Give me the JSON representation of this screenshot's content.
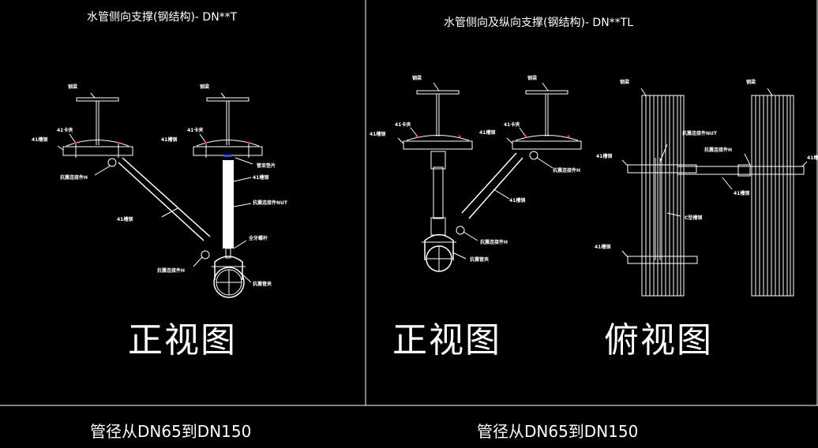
{
  "left_panel": {
    "title": "水管侧向支撑(钢结构)- DN**T",
    "view_label": "正视图",
    "footer": "管径从DN65到DN150",
    "labels": {
      "beam_a": "钢梁",
      "beam_b": "钢梁",
      "clip_a": "41卡夹",
      "channel_a": "41槽钢",
      "connector_h_a": "抗震连接件H",
      "clip_b": "41卡夹",
      "channel_b": "41槽钢",
      "washer": "管束垫片",
      "channel_rod": "41槽钢",
      "connector_nut": "抗震连接件NUT",
      "diagonal": "41槽钢",
      "threaded_rod": "全牙螺杆",
      "connector_h_b": "抗震连接件H",
      "pipe_clamp": "抗震管夹"
    }
  },
  "right_panel": {
    "title": "水管侧向及纵向支撑(钢结构)- DN**TL",
    "front_view_label": "正视图",
    "top_view_label": "俯视图",
    "footer": "管径从DN65到DN150",
    "labels": {
      "beam_a": "钢梁",
      "beam_b": "钢梁",
      "clip_a": "41卡夹",
      "channel_a": "41槽钢",
      "clip_b": "41卡夹",
      "channel_b": "41槽钢",
      "connector_h_a": "抗震连接件H",
      "diagonal": "41槽钢",
      "connector_h_b": "抗震连接件H",
      "pipe_clamp": "抗震管夹",
      "top_beam_a": "钢梁",
      "top_beam_b": "钢梁",
      "top_connector_nut": "抗震连接件NUT",
      "top_connector_h": "抗震连接件H",
      "top_channel_a": "41槽钢",
      "top_channel_b": "41槽钢",
      "top_channel_c": "41槽钢",
      "top_c_channel": "C型槽钢",
      "top_channel_d": "41槽钢"
    }
  }
}
